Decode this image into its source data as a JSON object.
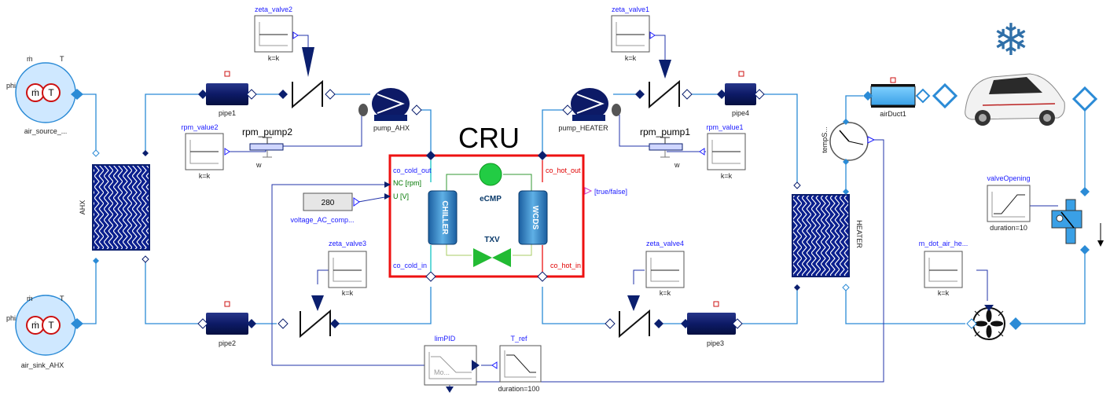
{
  "center_title": "CRU",
  "labels": {
    "air_source": "air_source_...",
    "air_sink": "air_sink_AHX",
    "src_m": "ṁ",
    "src_T": "T",
    "src_phi": "phi",
    "snk_m": "ṁ",
    "snk_T": "T",
    "snk_phi": "phi",
    "src_glyph_m": "ṁ",
    "src_glyph_T": "T",
    "snk_glyph_m": "ṁ",
    "snk_glyph_T": "T",
    "ahx": "AHX",
    "pipe1": "pipe1",
    "pipe2": "pipe2",
    "pipe3": "pipe3",
    "pipe4": "pipe4",
    "zeta_valve1": "zeta_valve1",
    "zeta_valve2": "zeta_valve2",
    "zeta_valve3": "zeta_valve3",
    "zeta_valve4": "zeta_valve4",
    "kk1": "k=k",
    "kk2": "k=k",
    "kk3": "k=k",
    "kk4": "k=k",
    "kk5": "k=k",
    "kk6": "k=k",
    "kk7": "k=k",
    "rpm_value1": "rpm_value1",
    "rpm_value2": "rpm_value2",
    "rpm_pump1": "rpm_pump1",
    "rpm_pump2": "rpm_pump2",
    "w1": "w",
    "w2": "w",
    "pump_AHX": "pump_AHX",
    "pump_HEATER": "pump_HEATER",
    "co_cold_out": "co_cold_out",
    "co_cold_in": "co_cold_in",
    "co_hot_out": "co_hot_out",
    "co_hot_in": "co_hot_in",
    "nc_rpm": "NC [rpm]",
    "u_v": "U [V]",
    "chiller": "CHILLER",
    "wcds": "WCDS",
    "ecmp": "eCMP",
    "txv": "TXV",
    "true_false": "[true/false]",
    "voltage_value": "280",
    "voltage": "voltage_AC_comp...",
    "limpid": "limPID",
    "limpid_mode": "Mo...",
    "t_ref": "T_ref",
    "dur100": "duration=100",
    "heater": "HEATER",
    "temp_s": "tempS...",
    "airduct1": "airDuct1",
    "valve_opening": "valveOpening",
    "dur10": "duration=10",
    "m_dot_air": "m_dot_air_he...",
    "snowflake": "❄"
  },
  "icons": [
    "snowflake-icon",
    "car-icon",
    "fan-icon",
    "pump-icon",
    "check-valve-icon",
    "temperature-sensor-icon"
  ],
  "colors": {
    "cru_border": "#ee1111",
    "wire_fluid": "#2b8bd6",
    "wire_signal": "#2233aa",
    "component_dark": "#0b1f6e",
    "compressor_green": "#22bb33",
    "snowflake": "#2f6fa8"
  }
}
